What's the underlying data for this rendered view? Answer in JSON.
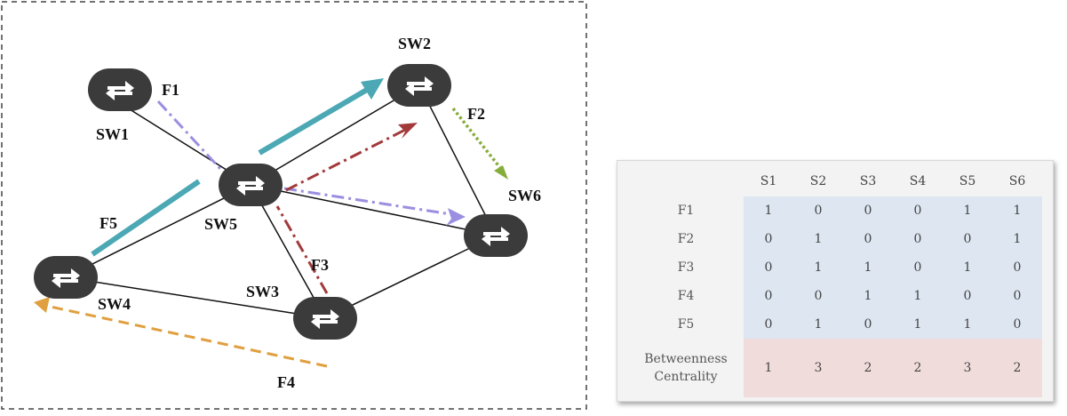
{
  "diagram": {
    "nodes": [
      {
        "id": "SW1",
        "label": "SW1"
      },
      {
        "id": "SW2",
        "label": "SW2"
      },
      {
        "id": "SW3",
        "label": "SW3"
      },
      {
        "id": "SW4",
        "label": "SW4"
      },
      {
        "id": "SW5",
        "label": "SW5"
      },
      {
        "id": "SW6",
        "label": "SW6"
      }
    ],
    "flows": [
      {
        "id": "F1",
        "label": "F1",
        "color": "#9a8fe0"
      },
      {
        "id": "F2",
        "label": "F2",
        "color": "#86ad3a"
      },
      {
        "id": "F3",
        "label": "F3",
        "color": "#a23a3a"
      },
      {
        "id": "F4",
        "label": "F4",
        "color": "#e0a040"
      },
      {
        "id": "F5",
        "label": "F5",
        "color": "#4ba8b4"
      }
    ],
    "switch_color": "#3b3b3b"
  },
  "table": {
    "columns": [
      "S1",
      "S2",
      "S3",
      "S4",
      "S5",
      "S6"
    ],
    "rows": [
      {
        "label": "F1",
        "values": [
          "1",
          "0",
          "0",
          "0",
          "1",
          "1"
        ]
      },
      {
        "label": "F2",
        "values": [
          "0",
          "1",
          "0",
          "0",
          "0",
          "1"
        ]
      },
      {
        "label": "F3",
        "values": [
          "0",
          "1",
          "1",
          "0",
          "1",
          "0"
        ]
      },
      {
        "label": "F4",
        "values": [
          "0",
          "0",
          "1",
          "1",
          "0",
          "0"
        ]
      },
      {
        "label": "F5",
        "values": [
          "0",
          "1",
          "0",
          "1",
          "1",
          "0"
        ]
      }
    ],
    "centrality": {
      "label_line1": "Betweenness",
      "label_line2": "Centrality",
      "values": [
        "1",
        "3",
        "2",
        "2",
        "3",
        "2"
      ]
    },
    "colors": {
      "flow_rows": "#dde6f1",
      "centrality_row": "#f1dcdc"
    }
  }
}
